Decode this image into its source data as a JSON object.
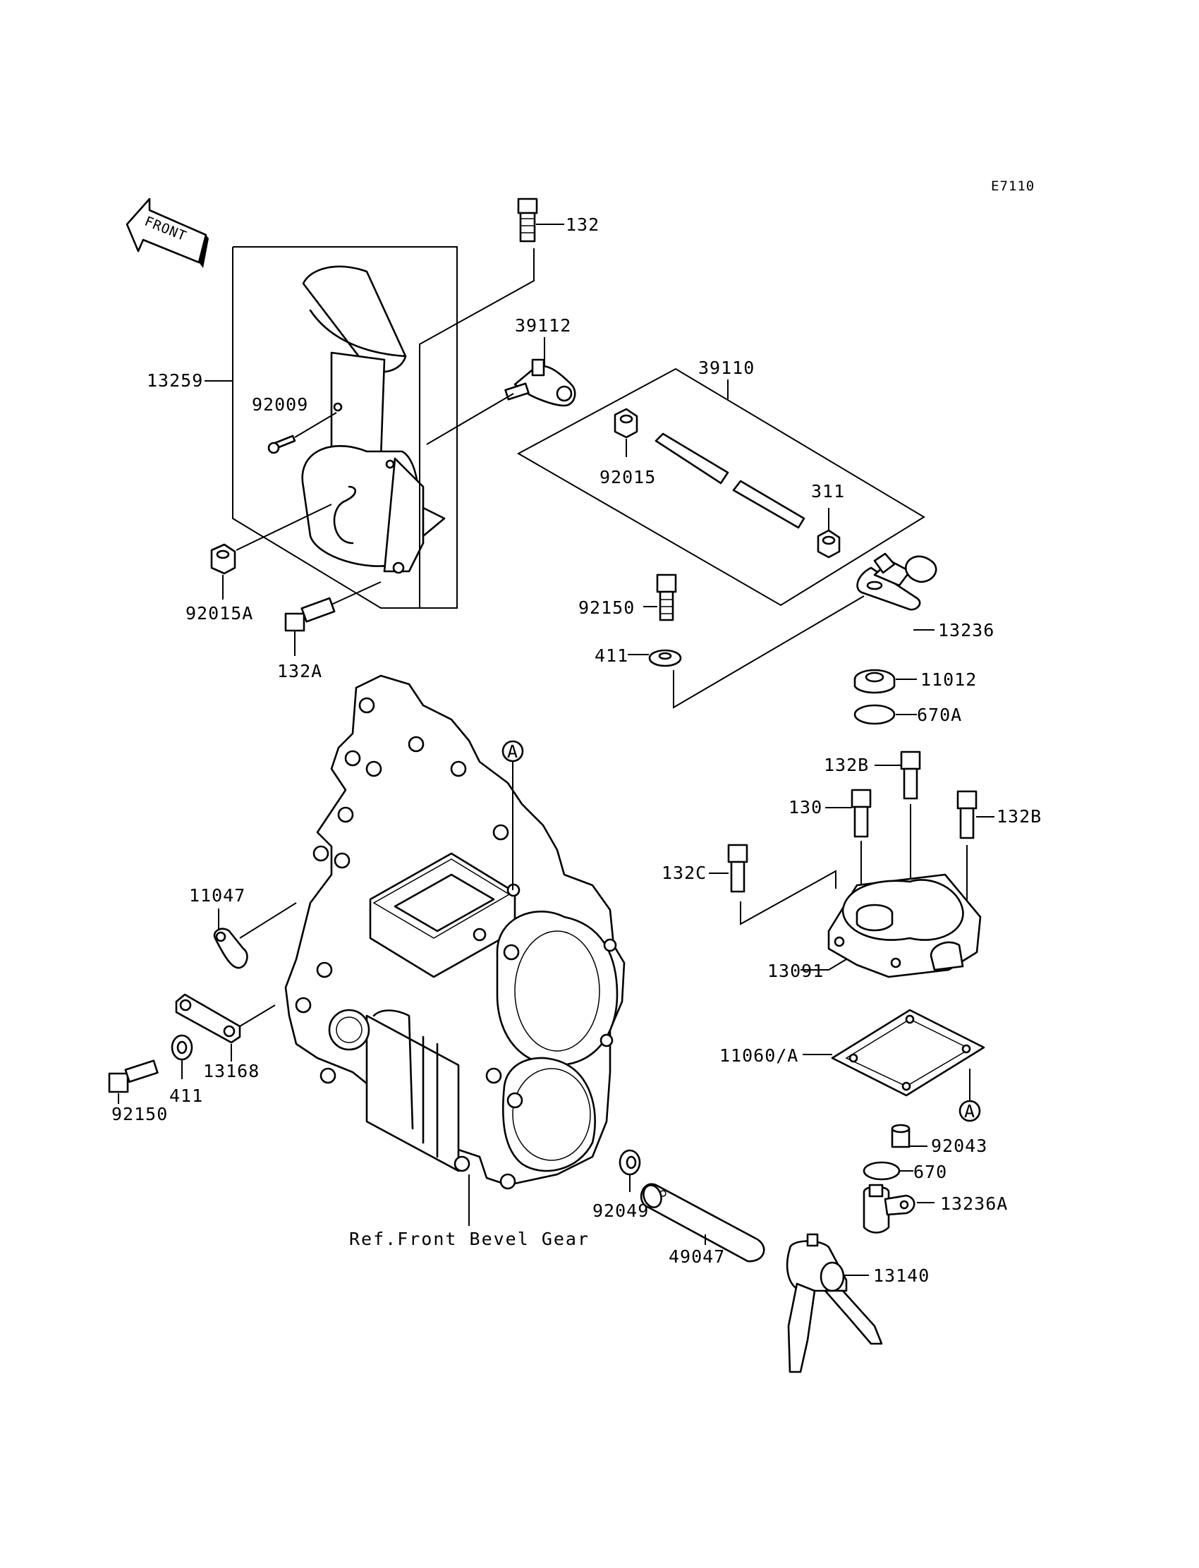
{
  "diagram_code": "E7110",
  "front_label": "FRONT",
  "reference_note": "Ref.Front Bevel Gear",
  "callout_A": "A",
  "parts": {
    "p132": "132",
    "p39112": "39112",
    "p39110": "39110",
    "p13259": "13259",
    "p92009": "92009",
    "p92015": "92015",
    "p311": "311",
    "p92015A": "92015A",
    "p132A": "132A",
    "p92150_top": "92150",
    "p411_top": "411",
    "p13236": "13236",
    "p11012": "11012",
    "p670A": "670A",
    "p132B_top": "132B",
    "p130": "130",
    "p132B_right": "132B",
    "p132C": "132C",
    "p13091": "13091",
    "p11047": "11047",
    "p13168": "13168",
    "p411_left": "411",
    "p92150_left": "92150",
    "p11060A": "11060/A",
    "p92043": "92043",
    "p670": "670",
    "p13236A": "13236A",
    "p92049": "92049",
    "p49047": "49047",
    "p13140": "13140"
  }
}
